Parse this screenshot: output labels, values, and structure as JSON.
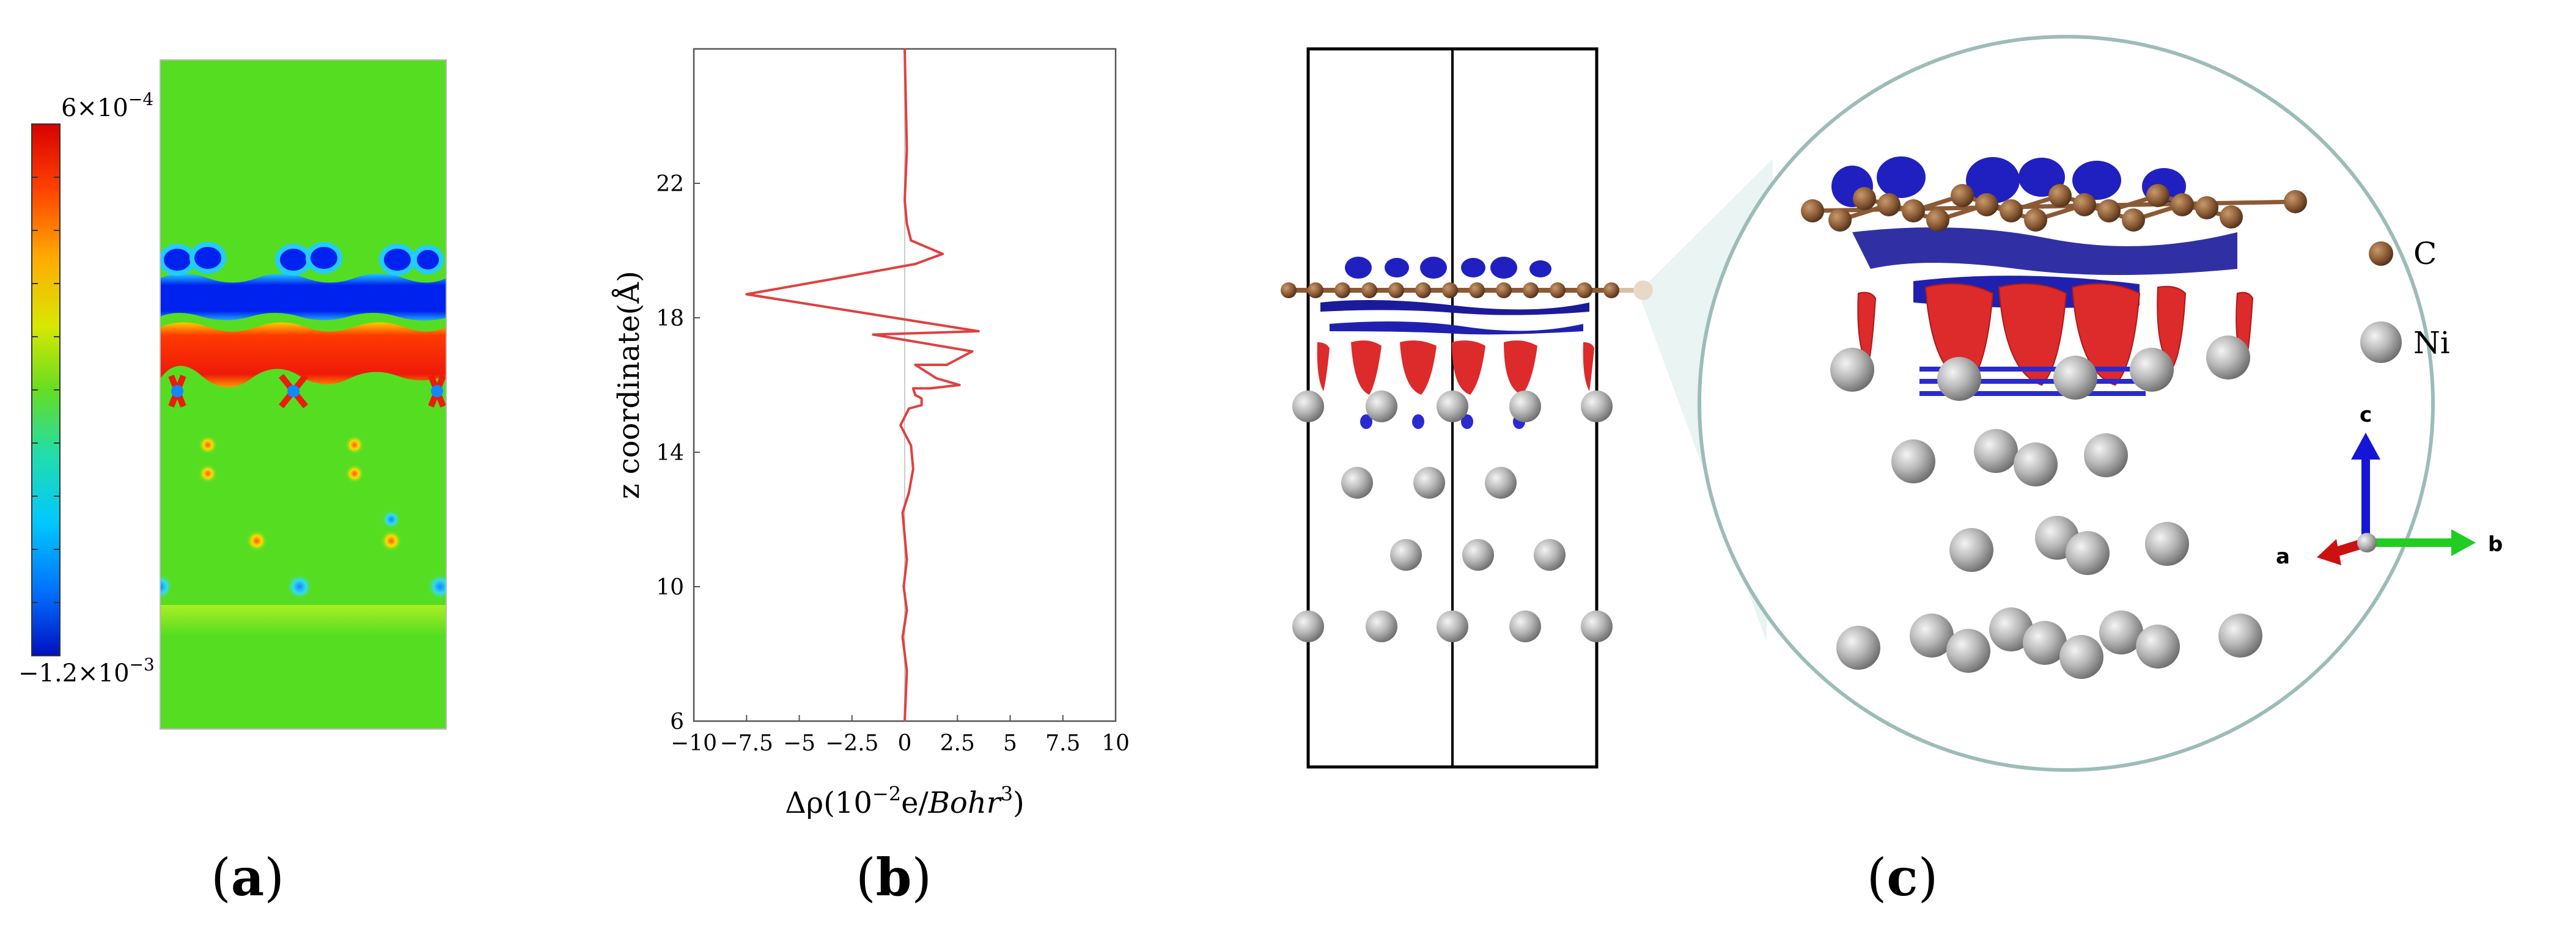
{
  "panel_a": {
    "label": "a",
    "colorbar_max_label": "6×10",
    "colorbar_max_exp": "−4",
    "colorbar_min_label": "−1.2×10",
    "colorbar_min_exp": "−3",
    "colors": {
      "background": "#55dd22",
      "negative": "#0022ee",
      "positive": "#ee1a0a",
      "mid": "#aaee22"
    }
  },
  "panel_b": {
    "label": "b",
    "chart_data": {
      "type": "line",
      "xlabel_main": "Δρ(10",
      "xlabel_exp": "−2",
      "xlabel_unit": "e/",
      "xlabel_italic": "Bohr",
      "xlabel_exp2": "3",
      "xlabel_close": ")",
      "ylabel": "z coordinate(Å)",
      "xlim": [
        -10,
        10
      ],
      "ylim": [
        6,
        26
      ],
      "xticks": [
        -10,
        -7.5,
        -5,
        -2.5,
        0,
        2.5,
        5,
        7.5,
        10
      ],
      "xtick_labels": [
        "−10",
        "−7.5",
        "−5",
        "−2.5",
        "0",
        "2.5",
        "5",
        "7.5",
        "10"
      ],
      "yticks": [
        6,
        10,
        14,
        18,
        22
      ],
      "ytick_labels": [
        "6",
        "10",
        "14",
        "18",
        "22"
      ],
      "line_color": "#e04040",
      "series": [
        {
          "x": [
            0,
            0.1,
            -0.1,
            0.1,
            -0.05,
            0.1,
            0,
            -0.1,
            0.2,
            0.4,
            0.3,
            -0.2,
            0.2,
            0.8,
            0.4,
            1.5,
            0.5,
            -1.5,
            -7.5,
            -3.0,
            0.5,
            1.8,
            3.5,
            3.2,
            2.0,
            1.5,
            2.6,
            1.2,
            0.5,
            0.8,
            0.3,
            0.1,
            0.0,
            0.1,
            0.05,
            0.0
          ],
          "y": [
            6.0,
            7.5,
            8.5,
            9.3,
            10.0,
            10.8,
            11.5,
            12.2,
            12.8,
            13.5,
            14.2,
            14.8,
            15.3,
            15.6,
            15.9,
            16.2,
            16.6,
            17.5,
            18.7,
            19.2,
            19.6,
            19.9,
            17.6,
            17.0,
            16.6,
            16.2,
            16.0,
            15.9,
            15.7,
            15.4,
            20.3,
            20.8,
            21.5,
            23.0,
            24.5,
            26.0
          ]
        }
      ]
    }
  },
  "panel_c": {
    "label": "c",
    "legend": [
      {
        "symbol": "C",
        "color": "#8a5a35"
      },
      {
        "symbol": "Ni",
        "color": "#a8a8a8"
      }
    ],
    "axes_labels": {
      "a": "a",
      "b": "b",
      "c": "c"
    },
    "colors": {
      "carbon": "#8a5a35",
      "nickel": "#a8a8a8",
      "blue_lobe": "#2020c0",
      "red_lobe": "#dd2a2a",
      "circle_edge": "#9cbcb8",
      "zoom_cone": "#e6f2f0"
    }
  }
}
